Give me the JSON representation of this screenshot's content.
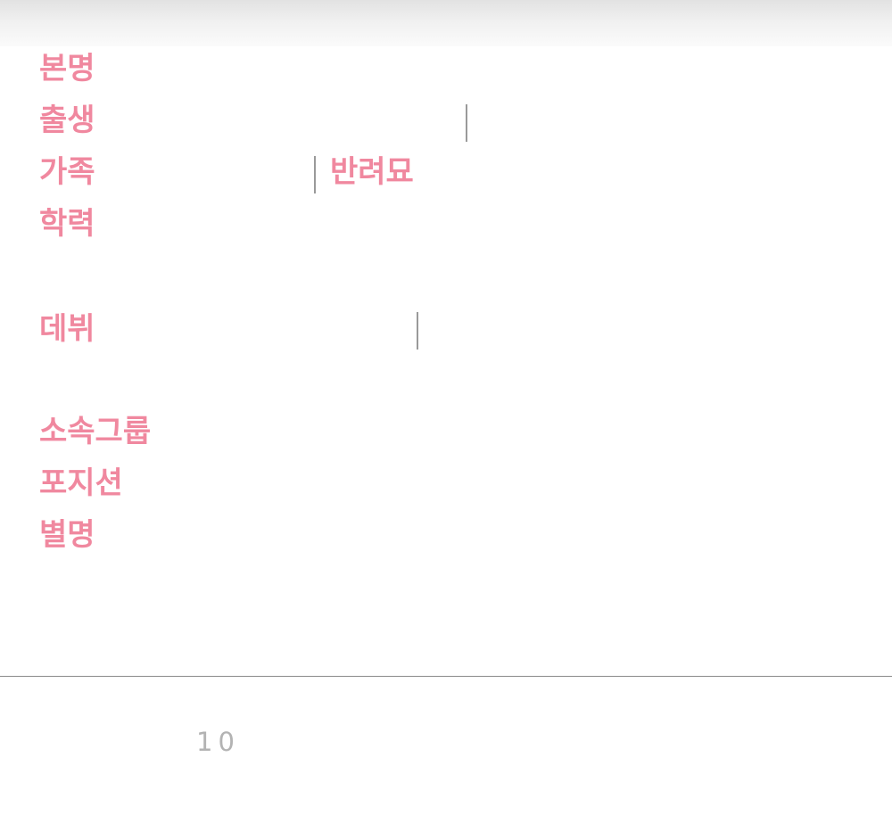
{
  "profile": {
    "labels": {
      "real_name": "본명",
      "birth": "출생",
      "family": "가족",
      "education": "학력",
      "debut": "데뷔",
      "group": "소속그룹",
      "position": "포지션",
      "nickname": "별명"
    },
    "family_extra": "반려묘"
  },
  "footer": {
    "page_number": "10"
  },
  "colors": {
    "label_pink": "#f0889f",
    "separator_gray": "#9a9a9a",
    "page_number_gray": "#b3b3b3"
  }
}
